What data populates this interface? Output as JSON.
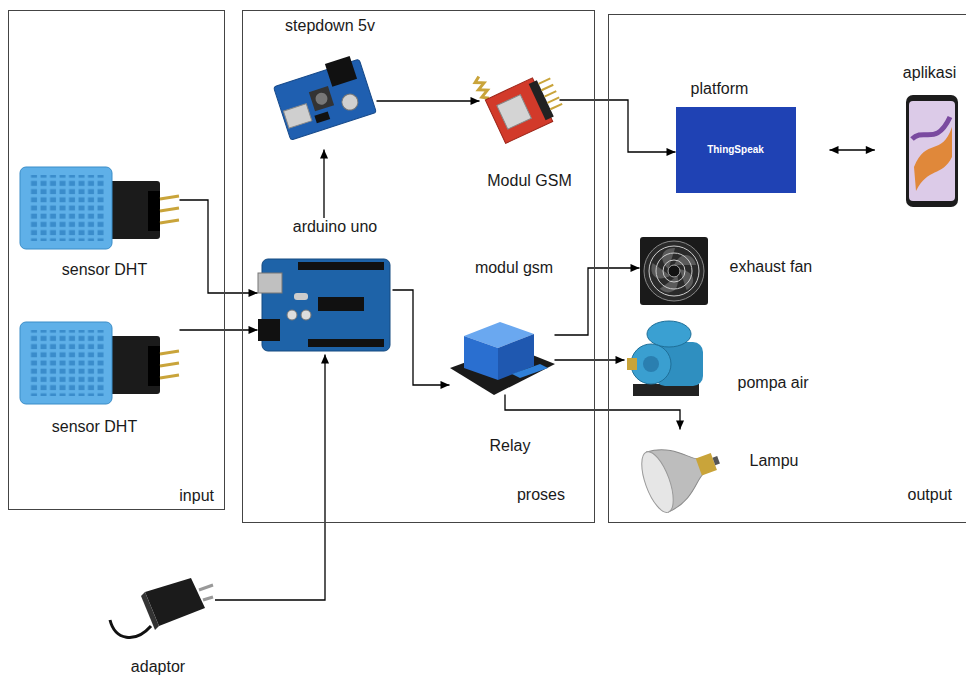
{
  "diagram": {
    "nodes": [
      {
        "text": [
          "input"
        ]
      },
      {
        "text": [
          "sensor DHT"
        ],
        "in": 0
      },
      {
        "text": [
          "sensor DHT"
        ],
        "in": 0
      },
      {
        "text": [
          "proses"
        ]
      },
      {
        "text": [
          "stepdown 5v"
        ],
        "in": 3
      },
      {
        "text": [
          "Modul GSM"
        ],
        "in": 3
      },
      {
        "text": [
          "arduino uno"
        ],
        "in": 3
      },
      {
        "text": [
          "Relay"
        ],
        "in": 3
      },
      {
        "text": [
          "output"
        ]
      },
      {
        "text": [
          "platform",
          "ThingSpeak"
        ],
        "in": 8
      },
      {
        "text": [
          "aplikasi"
        ],
        "in": 8
      },
      {
        "text": [
          "exhaust fan"
        ],
        "in": 8
      },
      {
        "text": [
          "pompa air"
        ],
        "in": 8
      },
      {
        "text": [
          "Lampu"
        ],
        "in": 8
      },
      {
        "text": [
          "adaptor"
        ]
      }
    ],
    "edges": [
      {
        "from": 1,
        "to": 6,
        "arrow": "to"
      },
      {
        "from": 2,
        "to": 6,
        "arrow": "to"
      },
      {
        "from": 6,
        "to": 4,
        "arrow": "to"
      },
      {
        "from": 4,
        "to": 5,
        "arrow": "to"
      },
      {
        "from": 5,
        "to": 9,
        "arrow": "to"
      },
      {
        "from": 9,
        "to": 10,
        "arrow": "both"
      },
      {
        "from": 6,
        "to": 7,
        "arrow": "to"
      },
      {
        "from": 7,
        "to": 11,
        "arrow": "to"
      },
      {
        "from": 7,
        "to": 12,
        "arrow": "to"
      },
      {
        "from": 7,
        "to": 13,
        "arrow": "to"
      },
      {
        "from": 14,
        "to": 6,
        "arrow": "to"
      }
    ],
    "labels": [
      "modul gsm"
    ]
  }
}
